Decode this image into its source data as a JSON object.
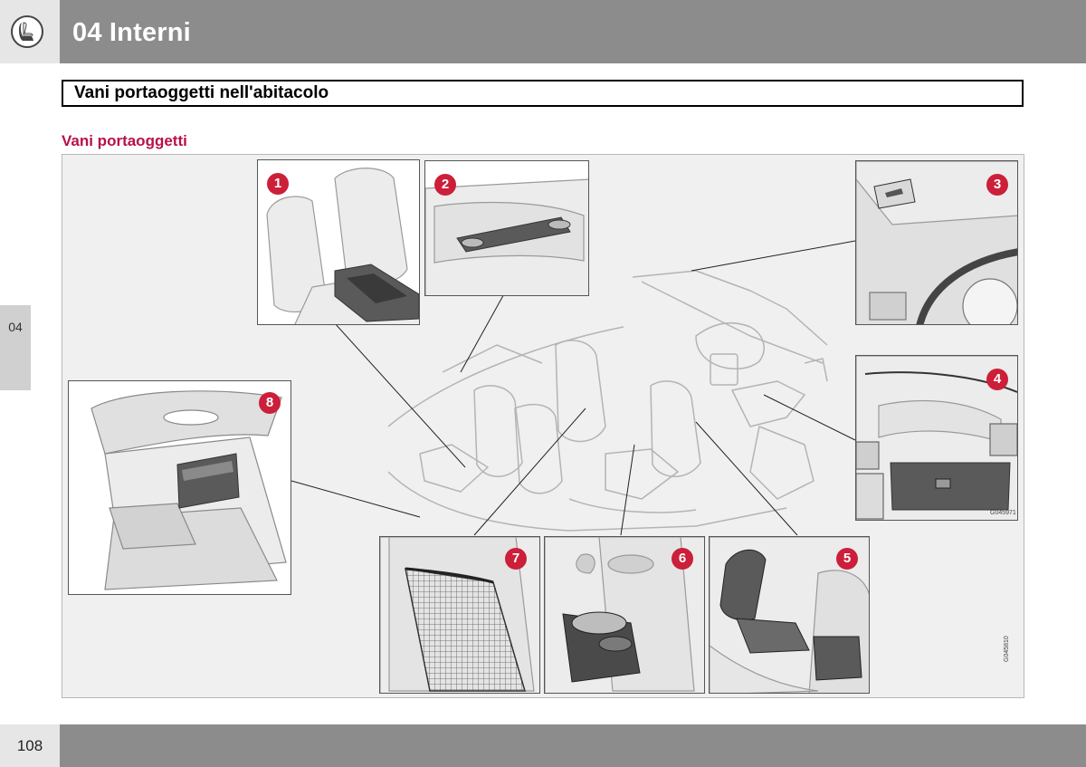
{
  "header": {
    "chapter_title": "04 Interni",
    "icon": "seat-icon"
  },
  "section": {
    "title": "Vani portaoggetti nell'abitacolo",
    "subtitle": "Vani portaoggetti"
  },
  "side_tab": {
    "label": "04"
  },
  "footer": {
    "page_number": "108"
  },
  "figure": {
    "code_main": "G045810",
    "code_panel4": "G045971",
    "callouts": [
      "1",
      "2",
      "3",
      "4",
      "5",
      "6",
      "7",
      "8"
    ]
  },
  "colors": {
    "header_band": "#8c8c8c",
    "light_band": "#e6e6e6",
    "subtitle_accent": "#b8104a",
    "callout_badge": "#cc1f3a",
    "figure_background": "#f0f0f0"
  }
}
